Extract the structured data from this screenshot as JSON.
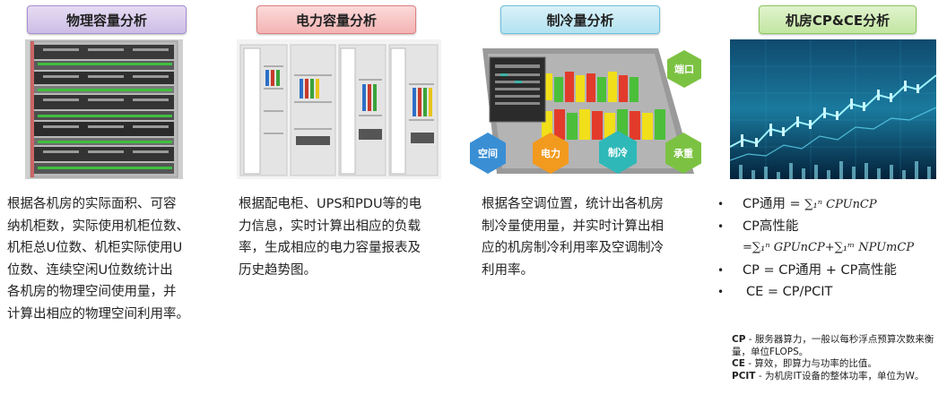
{
  "tabs": [
    {
      "label": "物理容量分析"
    },
    {
      "label": "电力容量分析"
    },
    {
      "label": "制冷量分析"
    },
    {
      "label": "机房CP&CE分析"
    }
  ],
  "cooling_labels": {
    "port": "端口",
    "space": "空间",
    "power": "电力",
    "cooling": "制冷",
    "load": "承重"
  },
  "descriptions": [
    "根据各机房的实际面积、可容\n纳机柜数，实际使用机柜位数、\n机柜总U位数、机柜实际使用U\n位数、连续空闲U位数统计出\n各机房的物理空间使用量，并\n计算出相应的物理空间利用率。",
    "根据配电柜、UPS和PDU等的电\n力信息，实时计算出相应的负载\n率，生成相应的电力容量报表及\n历史趋势图。",
    "根据各空调位置，统计出各机房\n制冷量使用量，并实时计算出相\n应的机房制冷利用率及空调制冷\n利用率。"
  ],
  "formulas": {
    "bullet": "•",
    "f1_label": "CP通用 = ",
    "f1_math": "∑₁ⁿ CPUnCP",
    "f2_label": "CP高性能",
    "f2_math": "=∑₁ⁿ GPUnCP+∑₁ᵐ NPUmCP",
    "f3": "CP = CP通用 + CP高性能",
    "f4": "CE = CP/PCIT"
  },
  "notes": [
    {
      "term": "CP",
      "text": " - 服务器算力，一般以每秒浮点预算次数来衡量，单位FLOPS。"
    },
    {
      "term": "CE",
      "text": " - 算效，即算力与功率的比值。"
    },
    {
      "term": "PCIT",
      "text": " - 为机房IT设备的整体功率，单位为W。"
    }
  ]
}
